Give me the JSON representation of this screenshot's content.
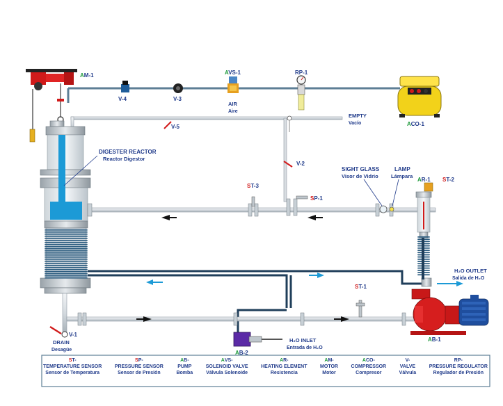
{
  "labels": {
    "am1": "AM-1",
    "am1_prefix": "A",
    "am1_rest": "M-1",
    "v4": "V-4",
    "v3": "V-3",
    "avs1_a": "A",
    "avs1_rest": "VS-1",
    "rp1": "RP-1",
    "air": "AIR",
    "aire": "Aire",
    "aco1_a": "A",
    "aco1_rest": "CO-1",
    "v5": "V-5",
    "empty": "EMPTY",
    "vacio": "Vacío",
    "digester": "DIGESTER REACTOR",
    "reactor": "Reactor Digestor",
    "v2": "V-2",
    "sight_glass": "SIGHT GLASS",
    "visor": "Visor de Vidrio",
    "lamp": "LAMP",
    "lampara": "Lámpara",
    "ar1_a": "A",
    "ar1_rest": "R-1",
    "st2_s": "S",
    "st2_rest": "T-2",
    "st3_s": "S",
    "st3_rest": "T-3",
    "sp1_s": "S",
    "sp1_rest": "P-1",
    "h2o_outlet": "H₂O OUTLET",
    "salida": "Salida de H₂O",
    "st1_s": "S",
    "st1_rest": "T-1",
    "v1": "V-1",
    "drain": "DRAIN",
    "desague": "Desagüe",
    "ab2_a": "A",
    "ab2_rest": "B-2",
    "h2o_inlet": "H₂O INLET",
    "entrada": "Entrada de H₂O",
    "ab1_a": "A",
    "ab1_rest": "B-1"
  },
  "legend": [
    {
      "c1": "S",
      "c2": "T-",
      "en": "TEMPERATURE SENSOR",
      "es": "Sensor de Temperatura"
    },
    {
      "c1": "S",
      "c2": "P-",
      "en": "PRESSURE SENSOR",
      "es": "Sensor de Presión"
    },
    {
      "c1": "A",
      "c2": "B-",
      "en": "PUMP",
      "es": "Bomba"
    },
    {
      "c1": "A",
      "c2": "VS-",
      "en": "SOLENOID VALVE",
      "es": "Válvula Solenoide"
    },
    {
      "c1": "A",
      "c2": "R-",
      "en": "HEATING ELEMENT",
      "es": "Resistencia"
    },
    {
      "c1": "A",
      "c2": "M-",
      "en": "MOTOR",
      "es": "Motor"
    },
    {
      "c1": "A",
      "c2": "CO-",
      "en": "COMPRESSOR",
      "es": "Compresor"
    },
    {
      "c1": "",
      "c2": "V-",
      "en": "VALVE",
      "es": "Válvula"
    },
    {
      "c1": "",
      "c2": "RP-",
      "en": "PRESSURE REGULATOR",
      "es": "Regulador de Presión"
    }
  ],
  "colors": {
    "pipe": "#6b8ea8",
    "water": "#1c9ad6",
    "red": "#d11a1a",
    "green": "#1f9a3c",
    "label": "#1f3a8a"
  }
}
